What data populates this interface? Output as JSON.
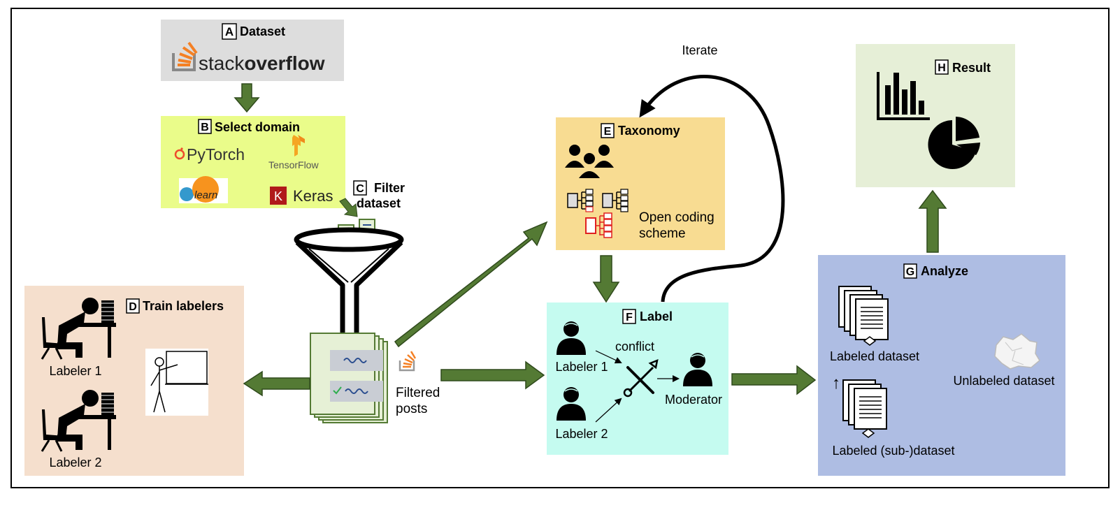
{
  "colors": {
    "arrow": "#547a34",
    "arrow_stroke": "#2f4a1c",
    "dataset_bg": "#dddddd",
    "domain_bg": "#eafc8a",
    "train_bg": "#f5dfcd",
    "taxonomy_bg": "#f8dc92",
    "label_bg": "#c5fbf0",
    "analyze_bg": "#aebde3",
    "result_bg": "#e6efd7",
    "stack_orange": "#f48024",
    "code_red": "#e02020",
    "keras_red": "#b01a1a",
    "pytorch_orange": "#ee4c2c"
  },
  "nodes": {
    "dataset": {
      "letter": "A",
      "title": "Dataset",
      "logo_part1": "stack",
      "logo_part2": "overflow"
    },
    "domain": {
      "letter": "B",
      "title": "Select domain",
      "frameworks": [
        "PyTorch",
        "TensorFlow",
        "learn",
        "Keras"
      ],
      "keras_letter": "K"
    },
    "filter": {
      "letter": "C",
      "title_line1": "Filter",
      "title_line2": "dataset"
    },
    "train": {
      "letter": "D",
      "title": "Train labelers",
      "labeler1": "Labeler 1",
      "labeler2": "Labeler 2"
    },
    "posts": {
      "label_line1": "Filtered",
      "label_line2": "posts"
    },
    "taxonomy": {
      "letter": "E",
      "title": "Taxonomy",
      "scheme_line1": "Open coding",
      "scheme_line2": "scheme"
    },
    "iterate": {
      "text": "Iterate"
    },
    "label": {
      "letter": "F",
      "title": "Label",
      "labeler1": "Labeler 1",
      "labeler2": "Labeler 2",
      "conflict": "conflict",
      "moderator": "Moderator"
    },
    "analyze": {
      "letter": "G",
      "title": "Analyze",
      "labeled": "Labeled dataset",
      "unlabeled": "Unlabeled dataset",
      "sub": "Labeled (sub-)dataset",
      "up_arrow": "↑"
    },
    "result": {
      "letter": "H",
      "title": "Result"
    }
  }
}
